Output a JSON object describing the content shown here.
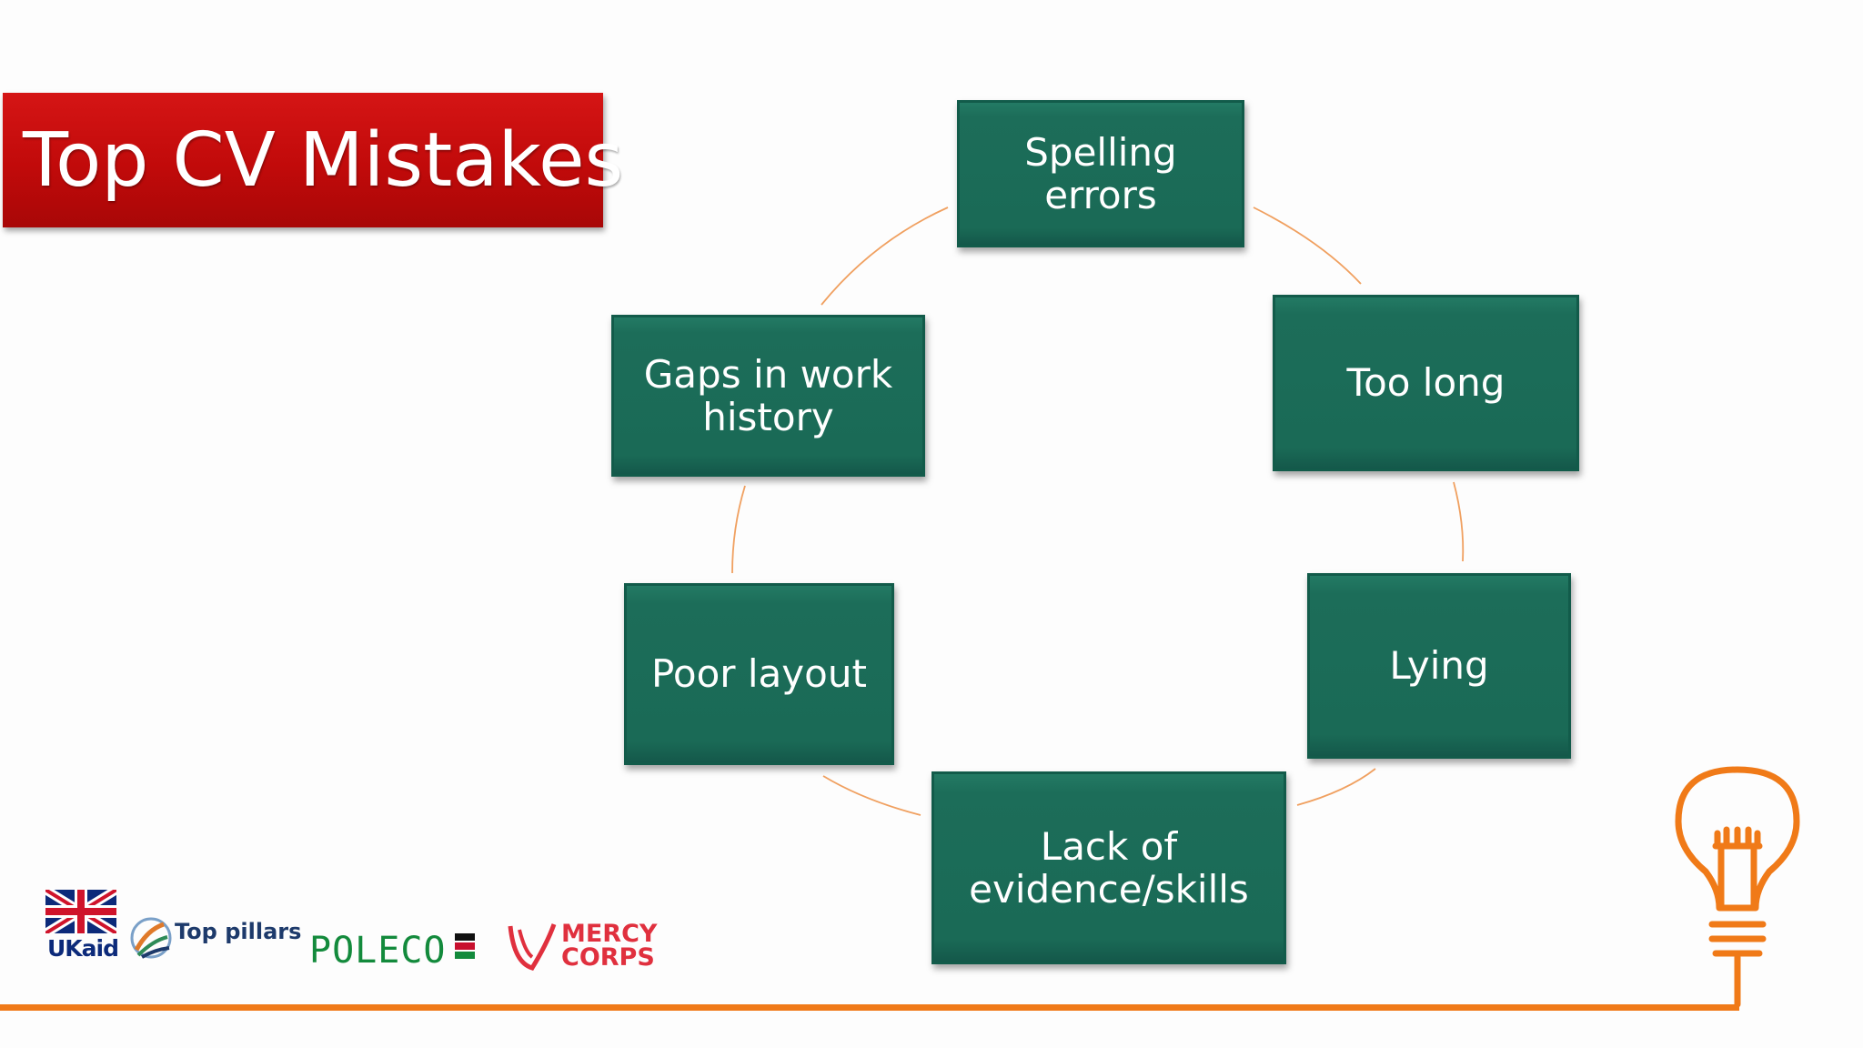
{
  "slide": {
    "title": "Top CV Mistakes"
  },
  "diagram": {
    "type": "cycle",
    "nodes": [
      {
        "id": "spelling",
        "label": "Spelling\nerrors"
      },
      {
        "id": "toolong",
        "label": "Too long"
      },
      {
        "id": "lying",
        "label": "Lying"
      },
      {
        "id": "lack",
        "label": "Lack of\nevidence/skills"
      },
      {
        "id": "poor",
        "label": "Poor layout"
      },
      {
        "id": "gaps",
        "label": "Gaps in work\nhistory"
      }
    ],
    "node_color": "#1a6a56",
    "connector_color": "#f0a060"
  },
  "footer": {
    "logos": [
      "UKaid",
      "Top pillars",
      "POLECO",
      "MERCY CORPS"
    ],
    "ukaid_text": "UKaid",
    "toppillars_text": "Top pillars",
    "poleco_text": "POLECO",
    "mercy_text": "MERCY\nCORPS",
    "accent_color": "#f07a18",
    "icon": "lightbulb-icon"
  }
}
